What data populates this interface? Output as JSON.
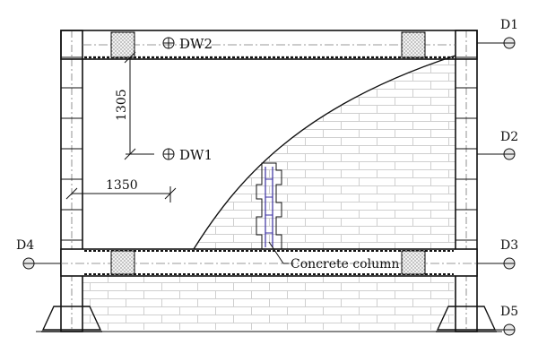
{
  "labels": {
    "dw2": "DW2",
    "dw1": "DW1",
    "dim_vertical": "1305",
    "dim_horizontal": "1350",
    "d1": "D1",
    "d2": "D2",
    "d3": "D3",
    "d4": "D4",
    "d5": "D5",
    "concrete_column": "Concrete column"
  },
  "colors": {
    "line": "#111111",
    "brick": "#c9c9c9",
    "column_rebar": "#3a2fa0",
    "centerline": "#777777"
  }
}
